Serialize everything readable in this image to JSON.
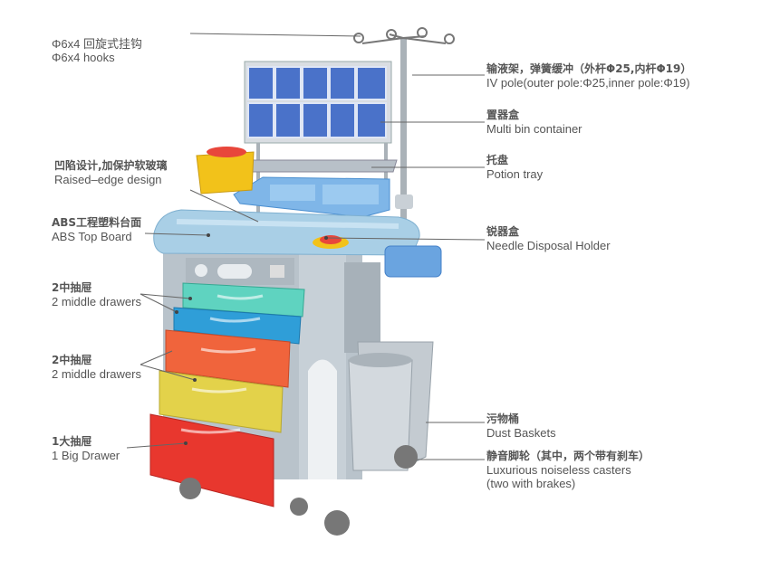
{
  "labels": {
    "hooks": {
      "zh": "Φ6x4 回旋式挂钩",
      "en": "Φ6x4 hooks"
    },
    "iv_pole": {
      "zh": "输液架，弹簧缓冲（外杆Φ25,内杆Φ19）",
      "en": "IV pole(outer pole:Φ25,inner pole:Φ19)"
    },
    "bin": {
      "zh": "置器盒",
      "en": "Multi bin container"
    },
    "tray": {
      "zh": "托盘",
      "en": "Potion tray"
    },
    "raised": {
      "zh": "凹陷设计,加保护软玻璃",
      "en": "Raised–edge design"
    },
    "abs": {
      "zh": "ABS工程塑料台面",
      "en": "ABS Top Board"
    },
    "needle": {
      "zh": "锐器盒",
      "en": "Needle Disposal Holder"
    },
    "drawers1": {
      "zh": "2中抽屉",
      "en": "2 middle drawers"
    },
    "drawers2": {
      "zh": "2中抽屉",
      "en": "2 middle drawers"
    },
    "big": {
      "zh": "1大抽屉",
      "en": "1 Big Drawer"
    },
    "dust": {
      "zh": "污物桶",
      "en": "Dust Baskets"
    },
    "casters": {
      "zh": "静音脚轮（其中，两个带有刹车）",
      "en": "Luxurious noiseless casters",
      "en2": "(two with brakes)"
    }
  },
  "colors": {
    "drawer_teal": "#5fd3c0",
    "drawer_blue": "#2f9ed8",
    "drawer_orange": "#f0643c",
    "drawer_yellow": "#e3d24a",
    "drawer_red": "#e8372e",
    "body_gray": "#b9c3cb",
    "top_blue": "#a9cfe6"
  }
}
